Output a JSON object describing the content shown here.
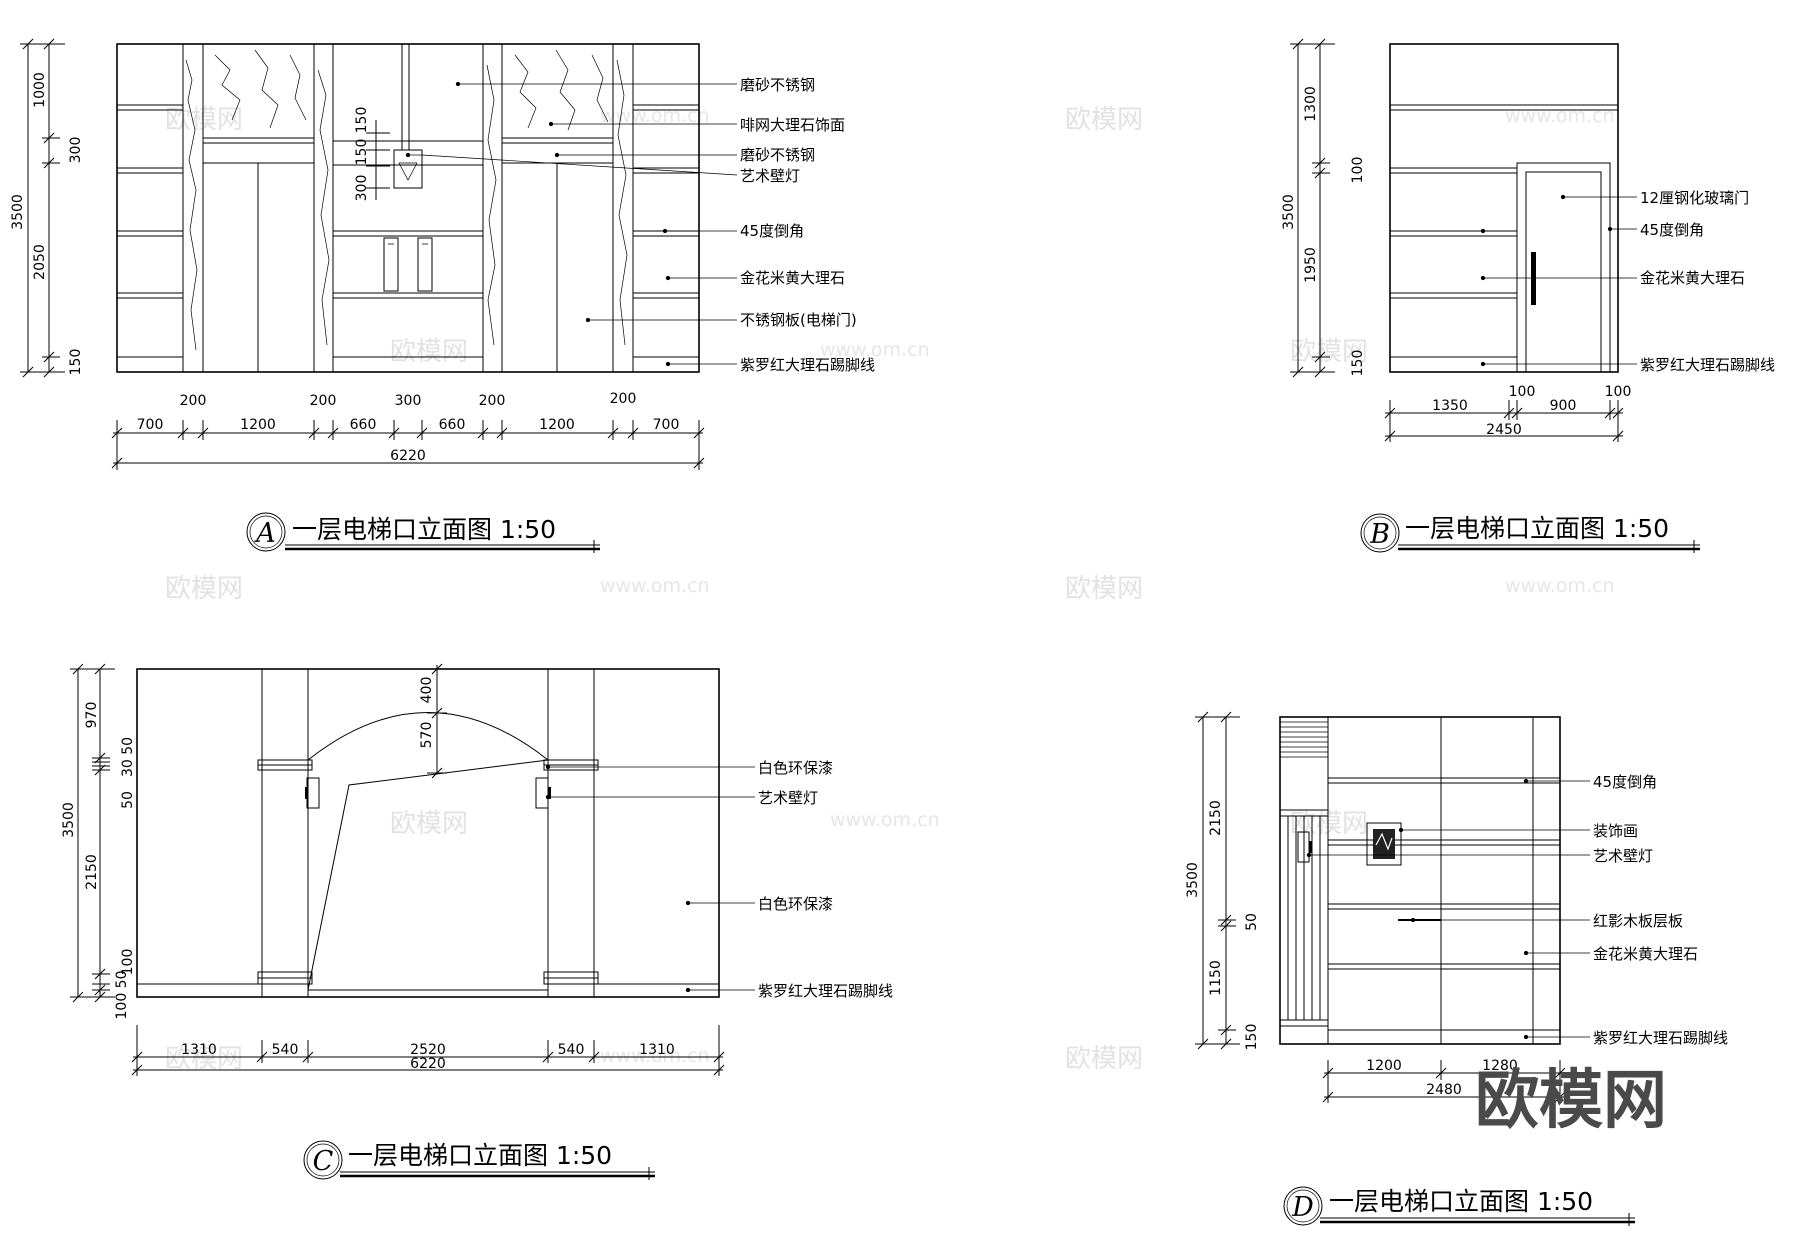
{
  "watermark": {
    "brand": "欧模网",
    "url": "www.om.cn"
  },
  "views": {
    "a": {
      "letter": "A",
      "title": "一层电梯口立面图 1:50",
      "labels": [
        "磨砂不锈钢",
        "啡网大理石饰面",
        "磨砂不锈钢",
        "艺术壁灯",
        "45度倒角",
        "金花米黄大理石",
        "不锈钢板(电梯门)",
        "紫罗红大理石踢脚线"
      ],
      "v_dims": [
        "3500",
        "1000",
        "300",
        "2050",
        "150",
        "150",
        "150",
        "300"
      ],
      "h_dims": [
        "200",
        "200",
        "300",
        "200",
        "200",
        "700",
        "1200",
        "660",
        "660",
        "1200",
        "700"
      ],
      "total": "6220"
    },
    "b": {
      "letter": "B",
      "title": "一层电梯口立面图 1:50",
      "labels": [
        "12厘钢化玻璃门",
        "45度倒角",
        "金花米黄大理石",
        "紫罗红大理石踢脚线"
      ],
      "v_dims": [
        "3500",
        "1300",
        "100",
        "1950",
        "150"
      ],
      "h_dims": [
        "100",
        "100",
        "1350",
        "900"
      ],
      "total": "2450"
    },
    "c": {
      "letter": "C",
      "title": "一层电梯口立面图 1:50",
      "labels": [
        "白色环保漆",
        "艺术壁灯",
        "白色环保漆",
        "紫罗红大理石踢脚线"
      ],
      "v_dims": [
        "3500",
        "970",
        "30 50",
        "50",
        "2150",
        "100",
        "100 50",
        "400",
        "570"
      ],
      "h_dims": [
        "1310",
        "540",
        "2520",
        "540",
        "1310"
      ],
      "total": "6220"
    },
    "d": {
      "letter": "D",
      "title": "一层电梯口立面图 1:50",
      "labels": [
        "45度倒角",
        "装饰画",
        "艺术壁灯",
        "红影木板层板",
        "金花米黄大理石",
        "紫罗红大理石踢脚线"
      ],
      "v_dims": [
        "3500",
        "2150",
        "50",
        "1150",
        "150"
      ],
      "h_dims": [
        "1200",
        "1280"
      ],
      "total": "2480"
    }
  }
}
